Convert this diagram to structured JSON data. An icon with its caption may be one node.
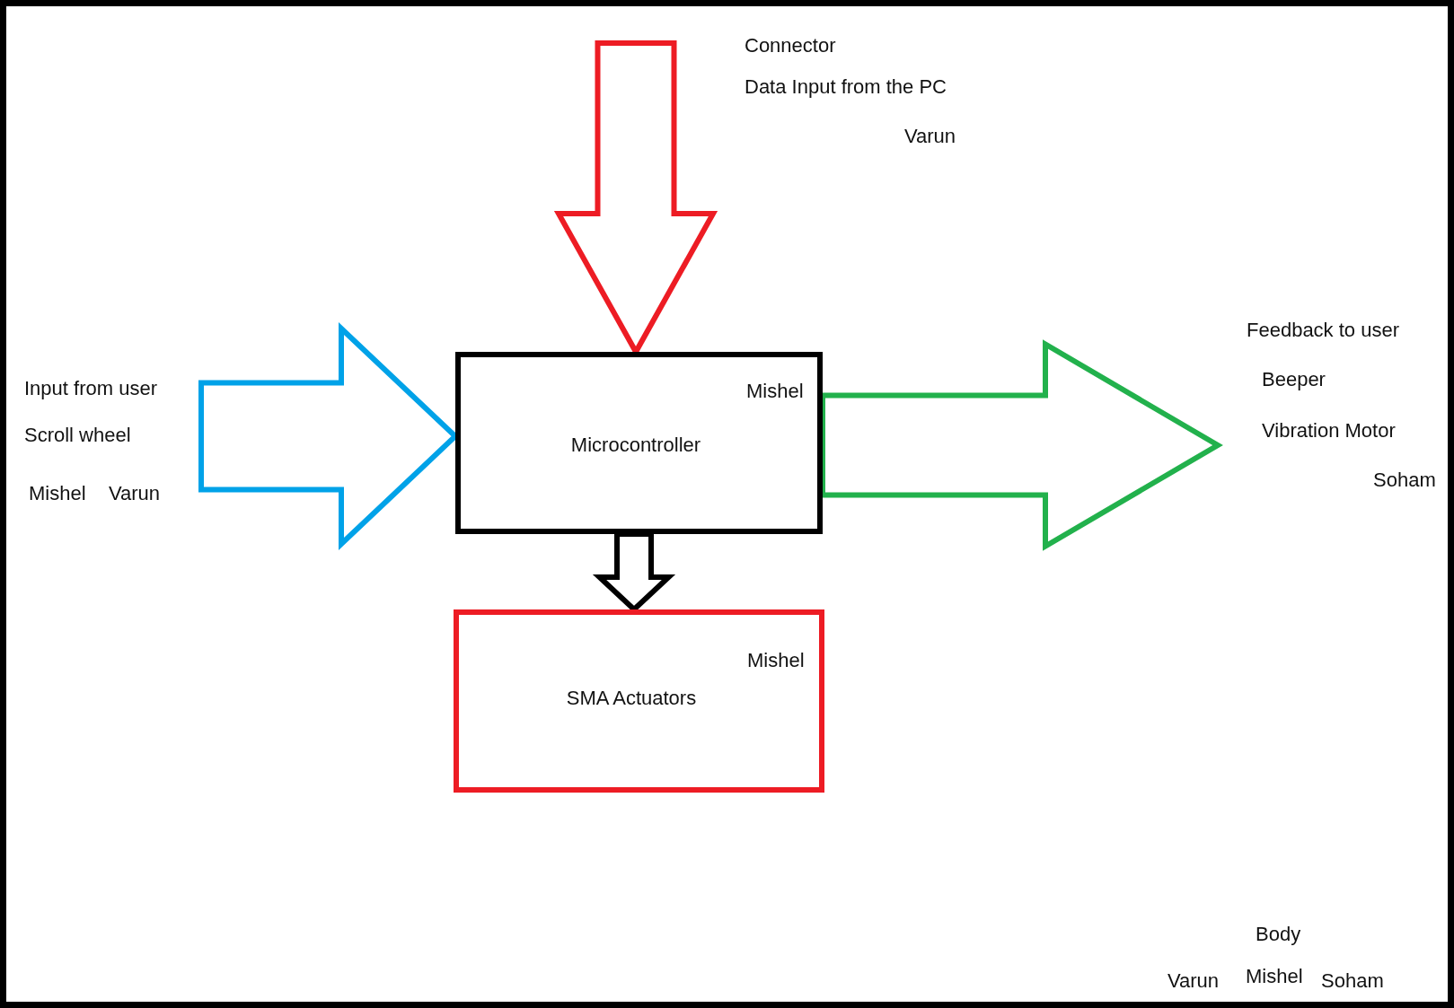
{
  "diagram": {
    "nodes": [
      {
        "text": [
          "Mishel",
          "Microcontroller"
        ]
      },
      {
        "text": [
          "Mishel",
          "SMA Actuators"
        ]
      }
    ],
    "edges": [
      {
        "from": null,
        "to": 0,
        "arrow": "to",
        "color": "#ed1c24"
      },
      {
        "from": null,
        "to": 0,
        "arrow": "to",
        "color": "#00a2e8"
      },
      {
        "from": 0,
        "to": 1,
        "arrow": "to",
        "color": "#000000"
      },
      {
        "from": 0,
        "to": null,
        "arrow": "to",
        "color": "#22b14c"
      }
    ],
    "labels": [
      "Connector",
      "Data Input from the PC",
      "Varun",
      "Input from user",
      "Scroll wheel",
      "Mishel",
      "Varun",
      "Feedback to user",
      "Beeper",
      "Vibration Motor",
      "Soham",
      "Body",
      "Varun",
      "Mishel",
      "Soham"
    ]
  }
}
